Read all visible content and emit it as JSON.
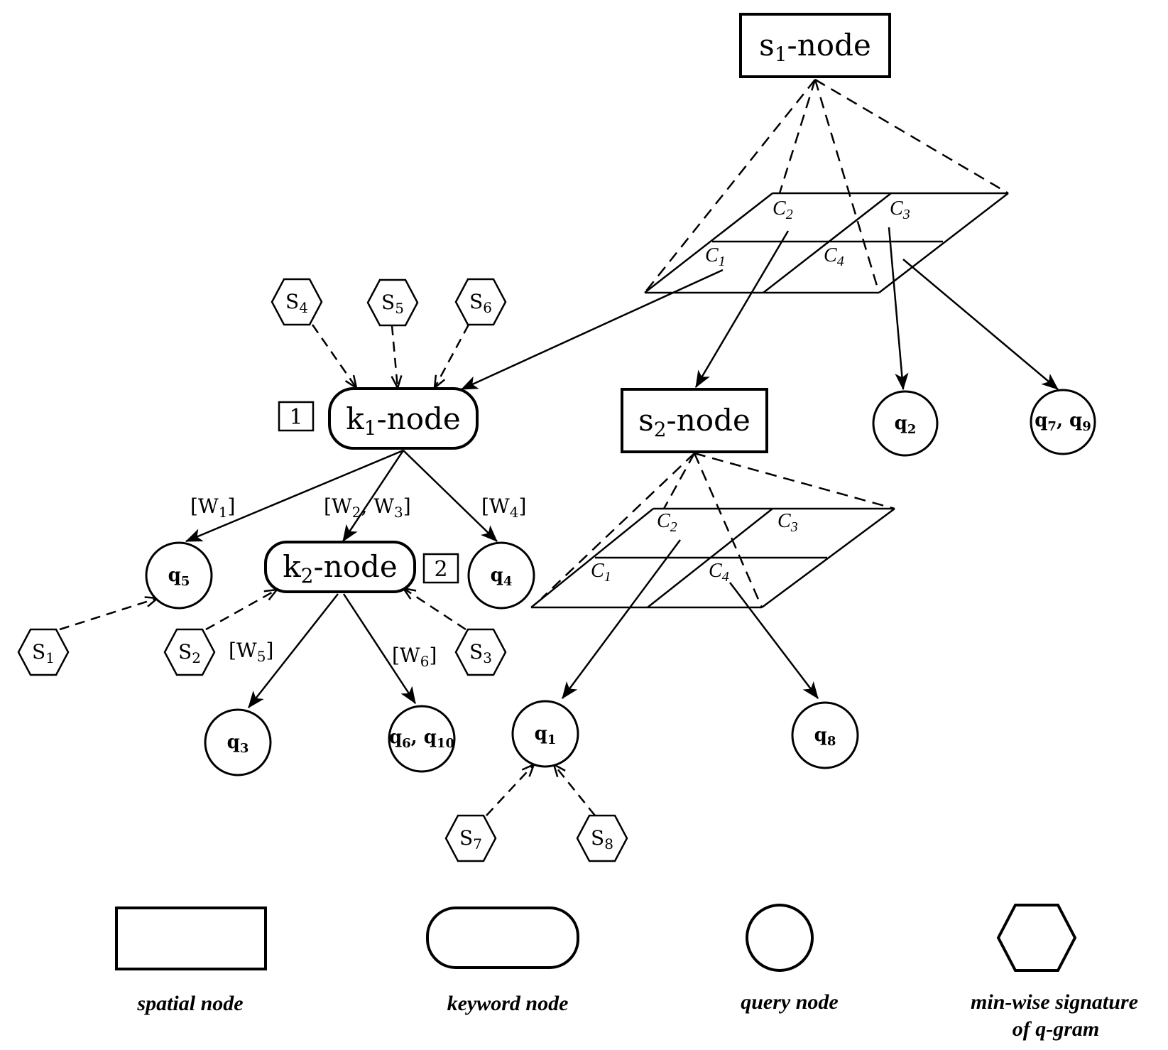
{
  "spatial_nodes": {
    "s1": {
      "base": "s",
      "sub": "1",
      "suffix": "-node"
    },
    "s2": {
      "base": "s",
      "sub": "2",
      "suffix": "-node"
    }
  },
  "keyword_nodes": {
    "k1": {
      "base": "k",
      "sub": "1",
      "suffix": "-node",
      "box_number": "1"
    },
    "k2": {
      "base": "k",
      "sub": "2",
      "suffix": "-node",
      "box_number": "2"
    }
  },
  "grid_cells": {
    "upper": [
      {
        "base": "C",
        "sub": "2"
      },
      {
        "base": "C",
        "sub": "3"
      },
      {
        "base": "C",
        "sub": "1"
      },
      {
        "base": "C",
        "sub": "4"
      }
    ],
    "lower": [
      {
        "base": "C",
        "sub": "2"
      },
      {
        "base": "C",
        "sub": "3"
      },
      {
        "base": "C",
        "sub": "1"
      },
      {
        "base": "C",
        "sub": "4"
      }
    ]
  },
  "query_nodes": {
    "q2": {
      "parts": [
        {
          "b": "q",
          "s": "2"
        }
      ]
    },
    "q79": {
      "parts": [
        {
          "b": "q",
          "s": "7"
        },
        {
          "b": ", q",
          "s": "9"
        }
      ]
    },
    "q5": {
      "parts": [
        {
          "b": "q",
          "s": "5"
        }
      ]
    },
    "q4": {
      "parts": [
        {
          "b": "q",
          "s": "4"
        }
      ]
    },
    "q3": {
      "parts": [
        {
          "b": "q",
          "s": "3"
        }
      ]
    },
    "q610": {
      "parts": [
        {
          "b": "q",
          "s": "6"
        },
        {
          "b": ", q",
          "s": "10"
        }
      ]
    },
    "q1": {
      "parts": [
        {
          "b": "q",
          "s": "1"
        }
      ]
    },
    "q8": {
      "parts": [
        {
          "b": "q",
          "s": "8"
        }
      ]
    }
  },
  "signatures": {
    "S1": {
      "base": "S",
      "sub": "1"
    },
    "S2": {
      "base": "S",
      "sub": "2"
    },
    "S3": {
      "base": "S",
      "sub": "3"
    },
    "S4": {
      "base": "S",
      "sub": "4"
    },
    "S5": {
      "base": "S",
      "sub": "5"
    },
    "S6": {
      "base": "S",
      "sub": "6"
    },
    "S7": {
      "base": "S",
      "sub": "7"
    },
    "S8": {
      "base": "S",
      "sub": "8"
    }
  },
  "edge_labels": {
    "w1": {
      "parts": [
        {
          "b": "[W",
          "s": "1"
        },
        {
          "b": "]",
          "s": ""
        }
      ]
    },
    "w23": {
      "parts": [
        {
          "b": "[W",
          "s": "2"
        },
        {
          "b": ", W",
          "s": "3"
        },
        {
          "b": "]",
          "s": ""
        }
      ]
    },
    "w4": {
      "parts": [
        {
          "b": "[W",
          "s": "4"
        },
        {
          "b": "]",
          "s": ""
        }
      ]
    },
    "w5": {
      "parts": [
        {
          "b": "[W",
          "s": "5"
        },
        {
          "b": "]",
          "s": ""
        }
      ]
    },
    "w6": {
      "parts": [
        {
          "b": "[W",
          "s": "6"
        },
        {
          "b": "]",
          "s": ""
        }
      ]
    }
  },
  "legend": {
    "spatial": "spatial node",
    "keyword": "keyword node",
    "query": "query node",
    "signature_line1": "min-wise signature",
    "signature_line2": "of q-gram"
  },
  "colors": {
    "stroke": "#000000",
    "background": "#ffffff"
  }
}
